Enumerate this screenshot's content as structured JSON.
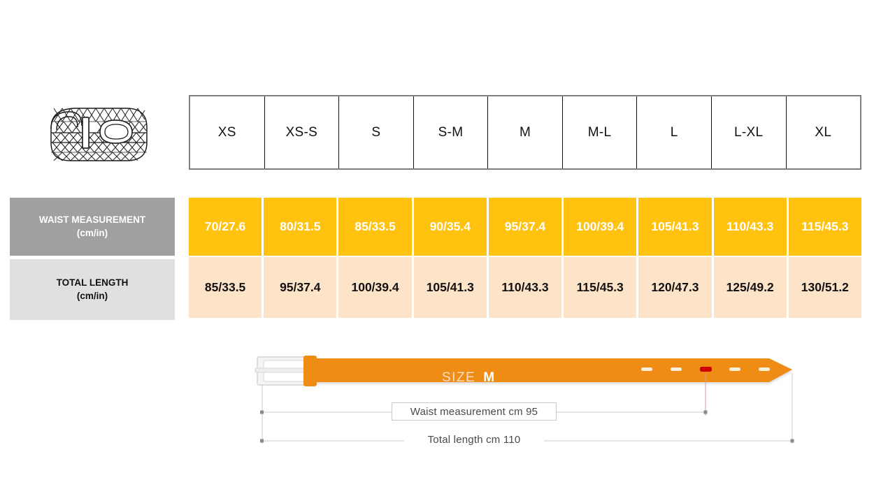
{
  "product_icon": {
    "name": "woven-belt-illustration"
  },
  "table": {
    "size_headers": [
      "XS",
      "XS-S",
      "S",
      "S-M",
      "M",
      "M-L",
      "L",
      "L-XL",
      "XL"
    ],
    "rows": [
      {
        "label_title": "WAIST MEASUREMENT",
        "label_unit": "(cm/in)",
        "label_bg": "#A0A0A0",
        "cell_bg": "#FFC20E",
        "cell_color": "#FFFFFF",
        "values": [
          "70/27.6",
          "80/31.5",
          "85/33.5",
          "90/35.4",
          "95/37.4",
          "100/39.4",
          "105/41.3",
          "110/43.3",
          "115/45.3"
        ]
      },
      {
        "label_title": "TOTAL LENGTH",
        "label_unit": "(cm/in)",
        "label_bg": "#E0E0E0",
        "cell_bg": "#FDE3C7",
        "cell_color": "#111111",
        "values": [
          "85/33.5",
          "95/37.4",
          "100/39.4",
          "105/41.3",
          "110/43.3",
          "115/45.3",
          "120/47.3",
          "125/49.2",
          "130/51.2"
        ]
      }
    ]
  },
  "diagram": {
    "size_word": "SIZE",
    "size_value": "M",
    "waist_callout": "Waist measurement cm 95",
    "length_callout": "Total length cm 110",
    "belt_color": "#EE8C16",
    "buckle_color": "#E0E0E0",
    "active_hole_color": "#CC0000",
    "hole_color": "#FDF0DC",
    "hole_count": 5,
    "active_hole_index": 3
  }
}
